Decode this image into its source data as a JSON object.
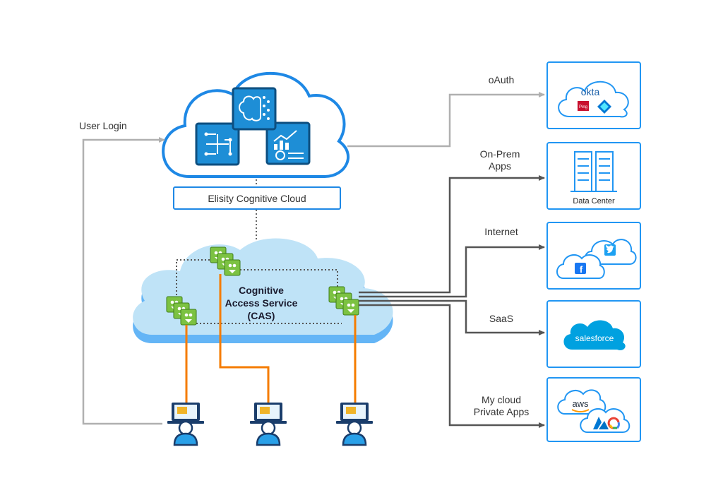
{
  "diagram": {
    "cloud_name": "Elisity Cognitive Cloud",
    "cas": {
      "line1": "Cognitive",
      "line2": "Access Service (CAS)"
    },
    "edges": {
      "user_login": "User Login",
      "oauth": "oAuth",
      "onprem": {
        "line1": "On-Prem",
        "line2": "Apps"
      },
      "internet": "Internet",
      "saas": "SaaS",
      "mycloud": {
        "line1": "My cloud",
        "line2": "Private Apps"
      }
    },
    "services": {
      "identity": {
        "brands": {
          "okta": "okta",
          "ping": "Ping"
        }
      },
      "datacenter": {
        "caption": "Data Center"
      },
      "internet": {
        "icons": [
          "twitter-icon",
          "facebook-icon"
        ],
        "brands": {
          "facebook": "f"
        }
      },
      "saas": {
        "brand": "salesforce"
      },
      "privatecloud": {
        "brand": "aws"
      }
    },
    "colors": {
      "accent_blue": "#2196f3",
      "cloud_blue": "#bfe3f7",
      "edge_gray": "#b0b0b0",
      "edge_dark": "#555555",
      "user_link": "#f57c00",
      "node_green": "#7cc242"
    }
  }
}
